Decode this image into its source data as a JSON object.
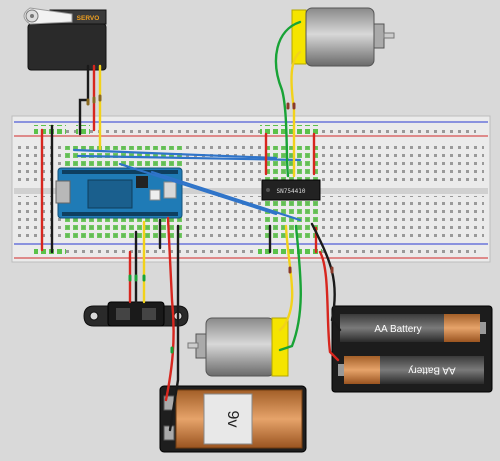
{
  "servo": {
    "label": "SERVO"
  },
  "chip": {
    "label": "SN754410"
  },
  "battery_9v": {
    "label": "9v"
  },
  "aa_pack": {
    "top_label": "AA Battery",
    "bottom_label": "AA Battery"
  },
  "colors": {
    "background": "#d9d9d9",
    "breadboard": "#ebebeb",
    "rail_red": "#d12a2a",
    "rail_blue": "#2a3ad1",
    "wire_red": "#d7261e",
    "wire_black": "#1a1a1a",
    "wire_green": "#18a336",
    "wire_yellow": "#f2d21b",
    "wire_blue": "#2f74c9",
    "arduino": "#1f7bb6",
    "motor_yellow": "#f5e400",
    "battery_copper": "#c97a3a"
  }
}
